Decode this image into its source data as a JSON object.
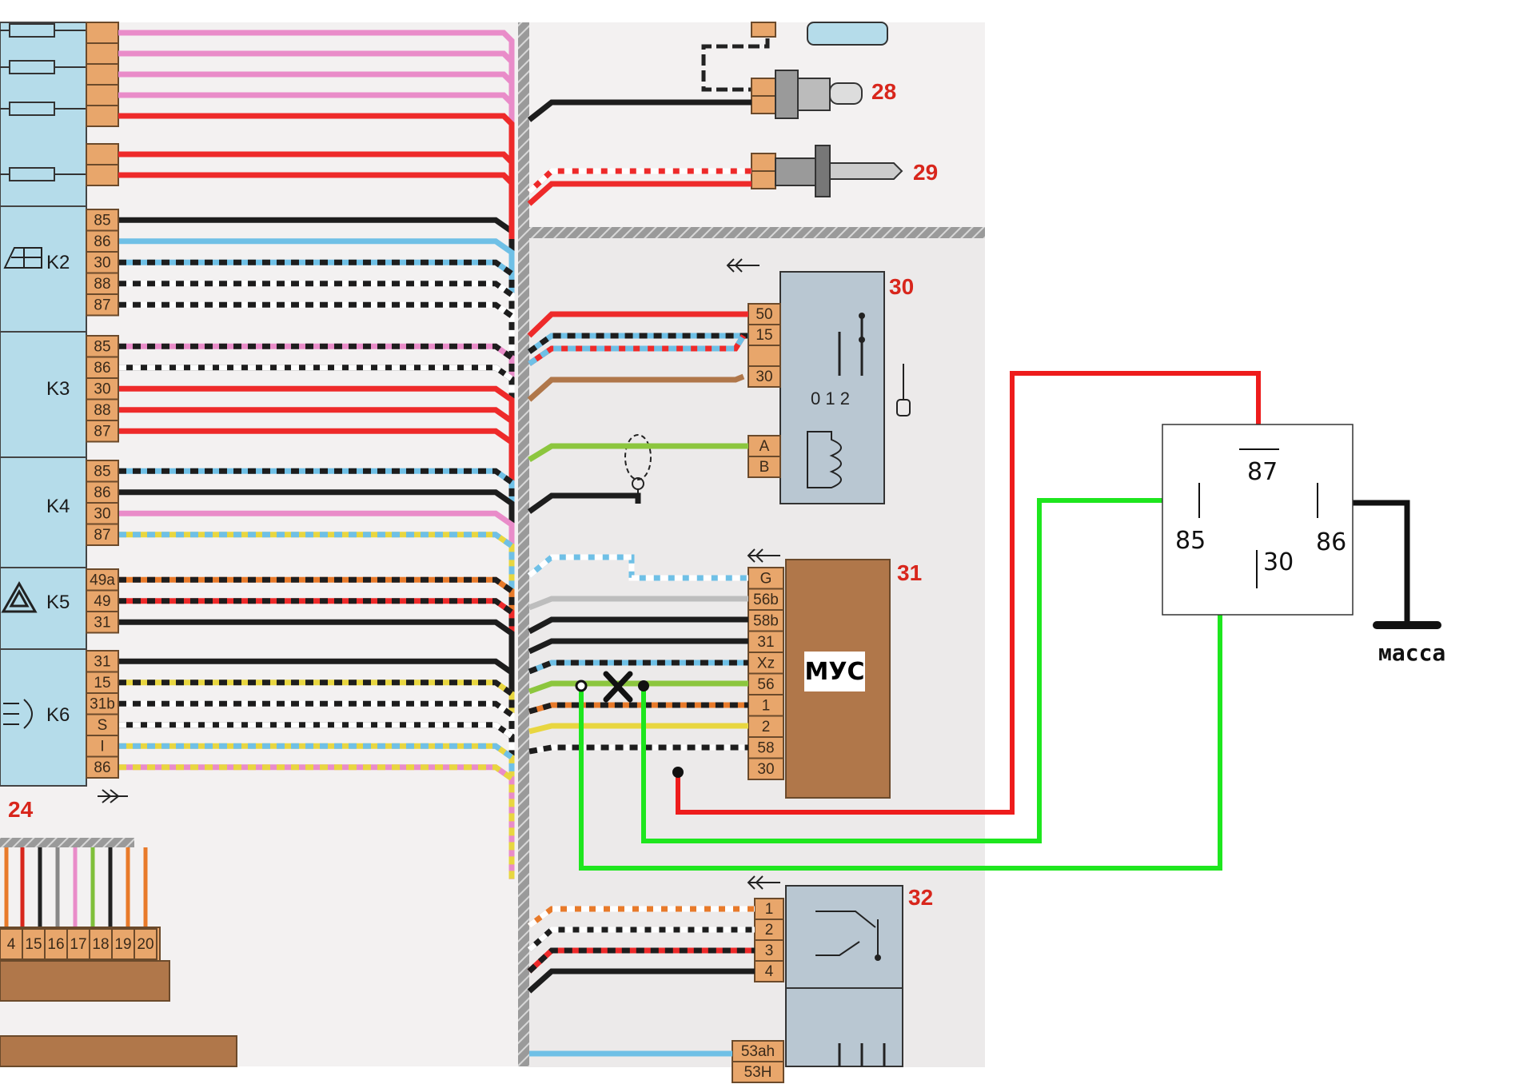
{
  "left_blocks": [
    {
      "name": "K2",
      "pins": [
        "85",
        "86",
        "30",
        "88",
        "87"
      ]
    },
    {
      "name": "K3",
      "pins": [
        "85",
        "86",
        "30",
        "88",
        "87"
      ]
    },
    {
      "name": "K4",
      "pins": [
        "85",
        "86",
        "30",
        "87"
      ]
    },
    {
      "name": "K5",
      "pins": [
        "49a",
        "49",
        "31"
      ]
    },
    {
      "name": "K6",
      "pins": [
        "31",
        "15",
        "31b",
        "S",
        "I",
        "86"
      ]
    }
  ],
  "left_block_number": "24",
  "bottom_connector_pins": [
    "4",
    "15",
    "16",
    "17",
    "18",
    "19",
    "20"
  ],
  "components": {
    "c28": "28",
    "c29": "29",
    "c30": {
      "number": "30",
      "pins": [
        "50",
        "15",
        "",
        "30"
      ],
      "positions": "0 1 2",
      "lamp_pins": [
        "A",
        "B"
      ]
    },
    "c31": {
      "number": "31",
      "pins": [
        "G",
        "56b",
        "58b",
        "31",
        "Xz",
        "56",
        "1",
        "2",
        "58",
        "30"
      ],
      "label": "МУС"
    },
    "c32": {
      "number": "32",
      "pins": [
        "1",
        "2",
        "3",
        "4"
      ],
      "lower_pins": [
        "53ah",
        "53H"
      ]
    }
  },
  "relay": {
    "pin87": "87",
    "pin85": "85",
    "pin86": "86",
    "pin30": "30",
    "ground_label": "масса"
  },
  "colors": {
    "red": "#ee1c1c",
    "green": "#1ee61e",
    "black": "#111111",
    "panel": "#b5dcea",
    "connector": "#e8a66b",
    "brown": "#b0774a"
  }
}
